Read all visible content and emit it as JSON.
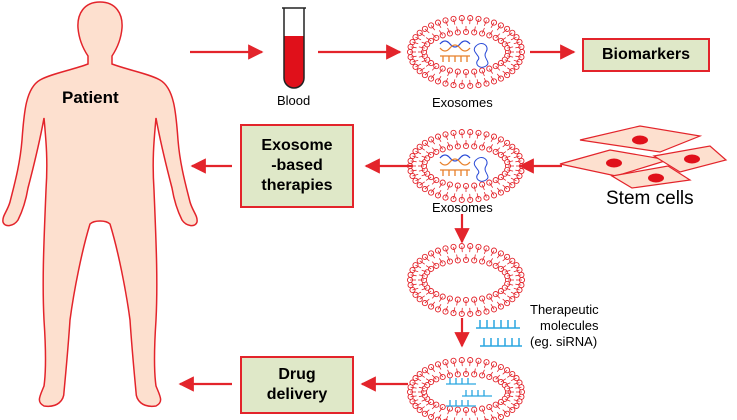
{
  "labels": {
    "patient": "Patient",
    "blood": "Blood",
    "exosomes_top": "Exosomes",
    "exosomes_mid": "Exosomes",
    "stem_cells": "Stem cells",
    "therapeutic_1": "Therapeutic",
    "therapeutic_2": "molecules",
    "therapeutic_3": "(eg. siRNA)"
  },
  "boxes": {
    "biomarkers": "Biomarkers",
    "therapies_1": "Exosome",
    "therapies_2": "-based",
    "therapies_3": "therapies",
    "drug_1": "Drug",
    "drug_2": "delivery"
  },
  "colors": {
    "arrow": "#e3242b",
    "body_fill": "#fde0cf",
    "body_stroke": "#e3242b",
    "box_fill": "#dfe8c8",
    "blood": "#e0101a",
    "molecule": "#2aa6e0",
    "nucleus": "#e0101a"
  }
}
